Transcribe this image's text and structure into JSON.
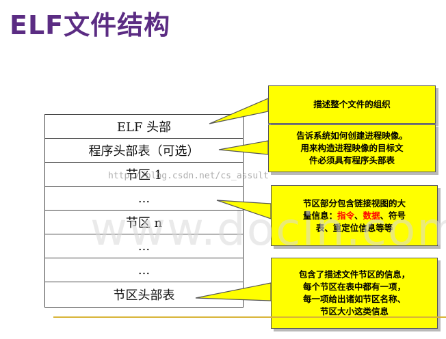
{
  "title": "ELF文件结构",
  "structure_rows": [
    {
      "label": "ELF 头部"
    },
    {
      "label": "程序头部表（可选）"
    },
    {
      "label": "节区 1"
    },
    {
      "label": "..."
    },
    {
      "label": "节区 n"
    },
    {
      "label": "..."
    },
    {
      "label": "..."
    },
    {
      "label": "节区头部表"
    }
  ],
  "callouts": {
    "c1": {
      "line1": "描述整个文件的组织"
    },
    "c2": {
      "line1": "告诉系统如何创建进程映像。",
      "line2": "用来构造进程映像的目标文",
      "line3": "件必须具有程序头部表"
    },
    "c3": {
      "line1": "节区部分包含链接视图的大",
      "line2_prefix": "量信息：",
      "line2_red1": "指令",
      "line2_sep1": "、",
      "line2_red2": "数据",
      "line2_sep2": "、符号",
      "line3": "表、重定位信息等等"
    },
    "c4": {
      "line1": "包含了描述文件节区的信息，",
      "line2": "每个节区在表中都有一项，",
      "line3": "每一项给出诸如节区名称、",
      "line4": "节区大小这类信息"
    }
  },
  "watermarks": {
    "url": "http://blog.csdn.net/cs_assult",
    "brand": "www.docin.com"
  },
  "colors": {
    "title": "#5b2c83",
    "callout_fill": "#ffff00",
    "highlight": "#ff0000",
    "rule": "#d8b437"
  }
}
